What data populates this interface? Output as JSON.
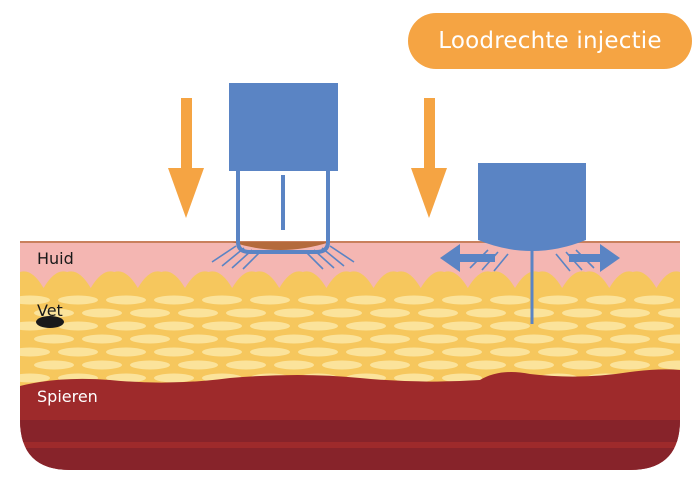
{
  "title": "Loodrechte injectie",
  "layers": {
    "skin": "Huid",
    "fat": "Vet",
    "muscle": "Spieren"
  },
  "colors": {
    "badge": "#f5a443",
    "arrow": "#f5a443",
    "device": "#5a84c4",
    "skin": "#f4b6b2",
    "skin_line": "#c9805d",
    "fat": "#f6c75d",
    "fat_blob": "#fbe39b",
    "muscle": "#9e2a2b",
    "muscle_dark": "#87232a",
    "injection_spot": "#b46a3c",
    "dispersion": "#5a84c4"
  },
  "icons": [
    "down-arrow-icon",
    "needle-free-injector-icon",
    "needle-injector-icon",
    "dispersion-arrow-icon",
    "fat-droplet-icon"
  ]
}
